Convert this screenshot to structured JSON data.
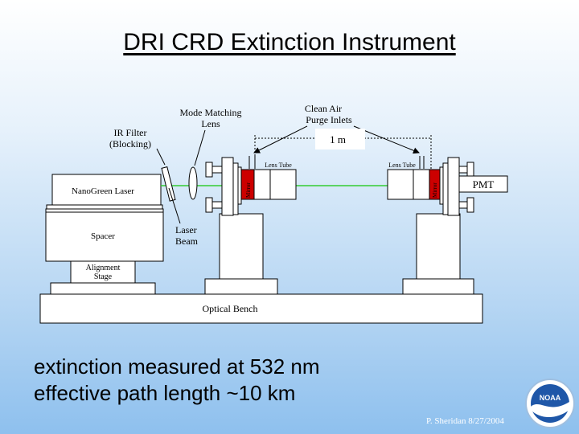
{
  "title": "DRI CRD Extinction Instrument",
  "labels": {
    "nanogreen_laser": "NanoGreen Laser",
    "spacer": "Spacer",
    "alignment_stage_line1": "Alignment",
    "alignment_stage_line2": "Stage",
    "optical_bench": "Optical Bench",
    "ir_filter_line1": "IR Filter",
    "ir_filter_line2": "(Blocking)",
    "mode_matching_line1": "Mode Matching",
    "mode_matching_line2": "Lens",
    "laser_beam_line1": "Laser",
    "laser_beam_line2": "Beam",
    "clean_air_line1": "Clean Air",
    "clean_air_line2": "Purge Inlets",
    "distance": "1 m",
    "lens_tube_left": "Lens Tube",
    "lens_tube_right": "Lens Tube",
    "mirror_left": "Mirror",
    "mirror_right": "Mirror",
    "pmt": "PMT"
  },
  "bullets": {
    "line1": "extinction measured at 532 nm",
    "line2": "effective path length ~10 km"
  },
  "footer": "P. Sheridan 8/27/2004",
  "logo_text": "NOAA",
  "colors": {
    "beam": "#33cc33",
    "mirror": "#cc0000",
    "box_fill": "#ffffff"
  }
}
